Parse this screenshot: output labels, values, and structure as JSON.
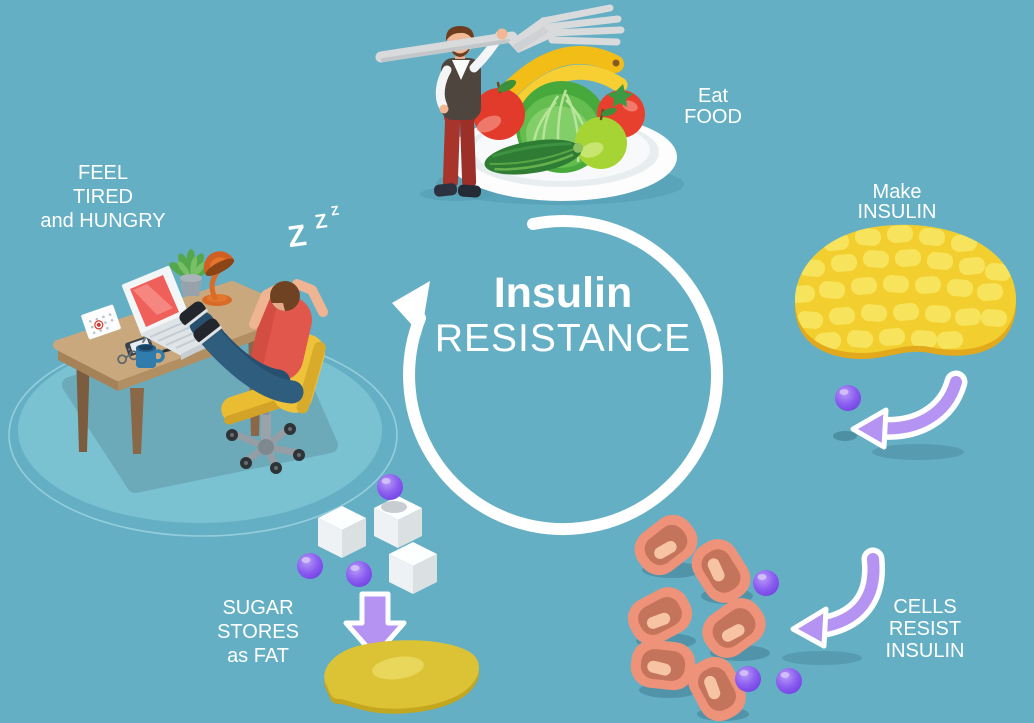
{
  "title": {
    "word1": "Insulin",
    "word2": "RESISTANCE"
  },
  "labels": {
    "eat_food": [
      "Eat",
      "FOOD"
    ],
    "make_insulin": [
      "Make",
      "INSULIN"
    ],
    "cells_resist": [
      "CELLS",
      "RESIST",
      "INSULIN"
    ],
    "sugar_stores": [
      "SUGAR",
      "STORES",
      "as FAT"
    ],
    "feel_tired": [
      "FEEL",
      "TIRED",
      "and HUNGRY"
    ],
    "sleep_zzz": [
      "Z",
      "Z",
      "Z"
    ]
  },
  "colors": {
    "bg": "#65afc4",
    "text": "#ffffff",
    "cycle_arrow": "#ffffff",
    "accent_purple": "#b493f2",
    "sphere_purple": "#8a5cf0",
    "pancreas_yellow": "#f2cf2e",
    "cell_salmon": "#ee9379",
    "fat_yellow": "#dcc335",
    "desk_tan": "#c9a87d",
    "chair_yellow": "#eec23a",
    "shirt_red": "#e2574b",
    "jeans_blue": "#2e5d7d",
    "platform_teal": "#7ac1d1"
  }
}
